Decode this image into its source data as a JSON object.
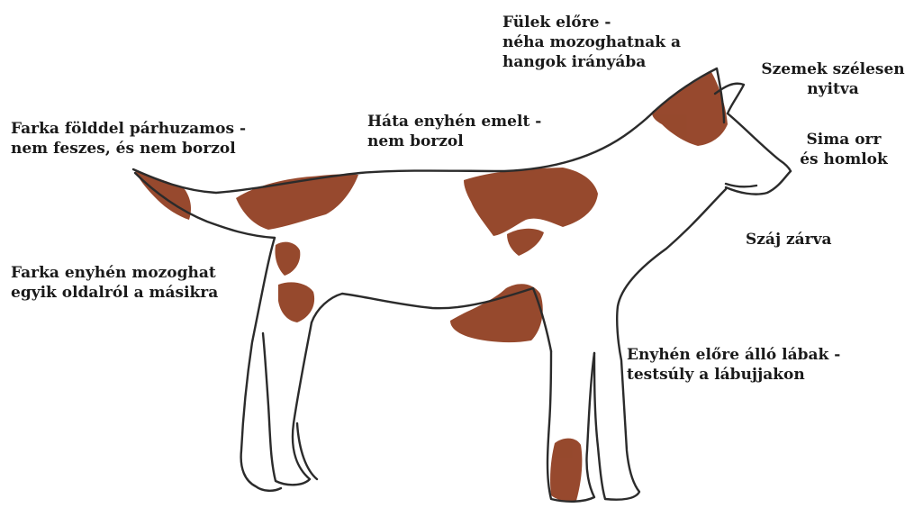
{
  "colors": {
    "outline": "#2b2b2b",
    "patch": "#8e3a1c",
    "background": "#ffffff",
    "text": "#1a1a1a"
  },
  "labels": {
    "ears": [
      "Fülek előre -",
      "néha mozoghatnak a",
      "hangok irányába"
    ],
    "eyes": [
      "Szemek szélesen",
      "nyitva"
    ],
    "back": [
      "Háta enyhén emelt -",
      "nem borzol"
    ],
    "tail_position": [
      "Farka földdel párhuzamos -",
      "nem feszes, és nem borzol"
    ],
    "nose": [
      "Sima orr",
      "és homlok"
    ],
    "mouth": [
      "Száj zárva"
    ],
    "tail_motion": [
      "Farka enyhén mozoghat",
      "egyik oldalról a másikra"
    ],
    "legs": [
      "Enyhén előre álló lábak -",
      "testsúly a lábujjakon"
    ]
  }
}
